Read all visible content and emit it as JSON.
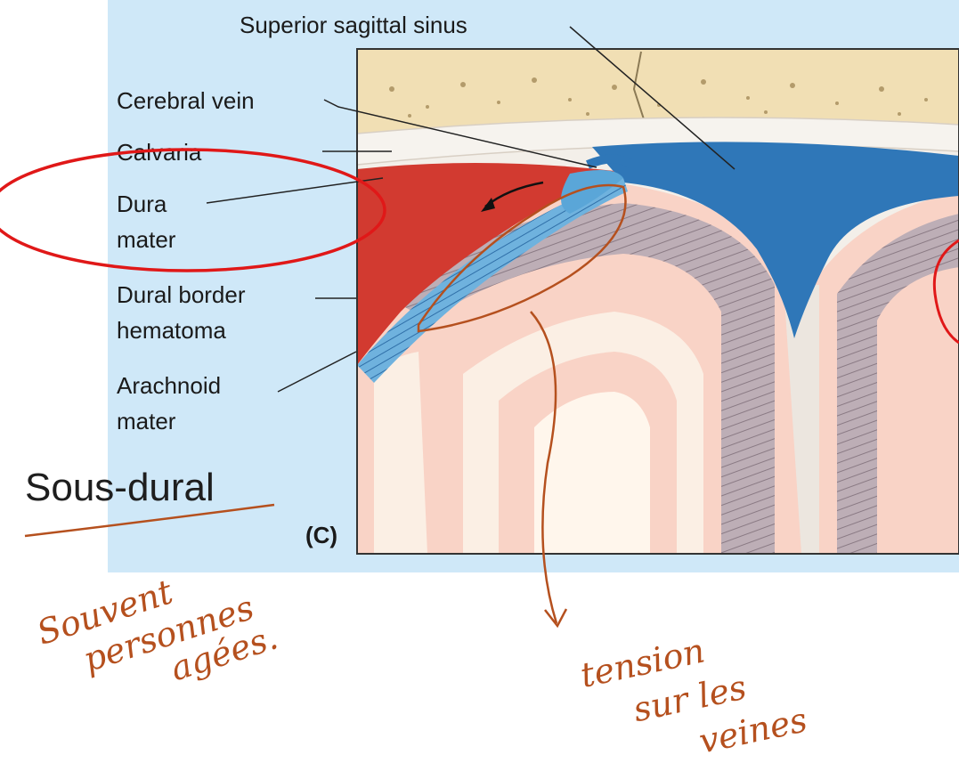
{
  "diagram": {
    "labels": {
      "superior_sagittal_sinus": "Superior sagittal sinus",
      "cerebral_vein": "Cerebral vein",
      "calvaria": "Calvaria",
      "dura_mater_1": "Dura",
      "dura_mater_2": "mater",
      "dural_border_1": "Dural border",
      "dural_border_2": "hematoma",
      "arachnoid_1": "Arachnoid",
      "arachnoid_2": "mater",
      "panel": "(C)"
    },
    "slide_title": "Sous-dural",
    "handwritten": {
      "note_left_1": "Souvent",
      "note_left_2": "personnes",
      "note_left_3": "agées.",
      "note_right_1": "tension",
      "note_right_2": "sur les",
      "note_right_3": "veines"
    },
    "colors": {
      "panel_bg": "#cfe8f8",
      "bone": "#f1dfb4",
      "dura": "#f3efe9",
      "hematoma": "#d23a30",
      "sinus": "#2f77b8",
      "csf_blue": "#5aa6d8",
      "brain": "#f9d3c6",
      "pia_gray": "#a99aa2",
      "annotation_red": "#e01818",
      "annotation_orange": "#b5501e"
    }
  }
}
